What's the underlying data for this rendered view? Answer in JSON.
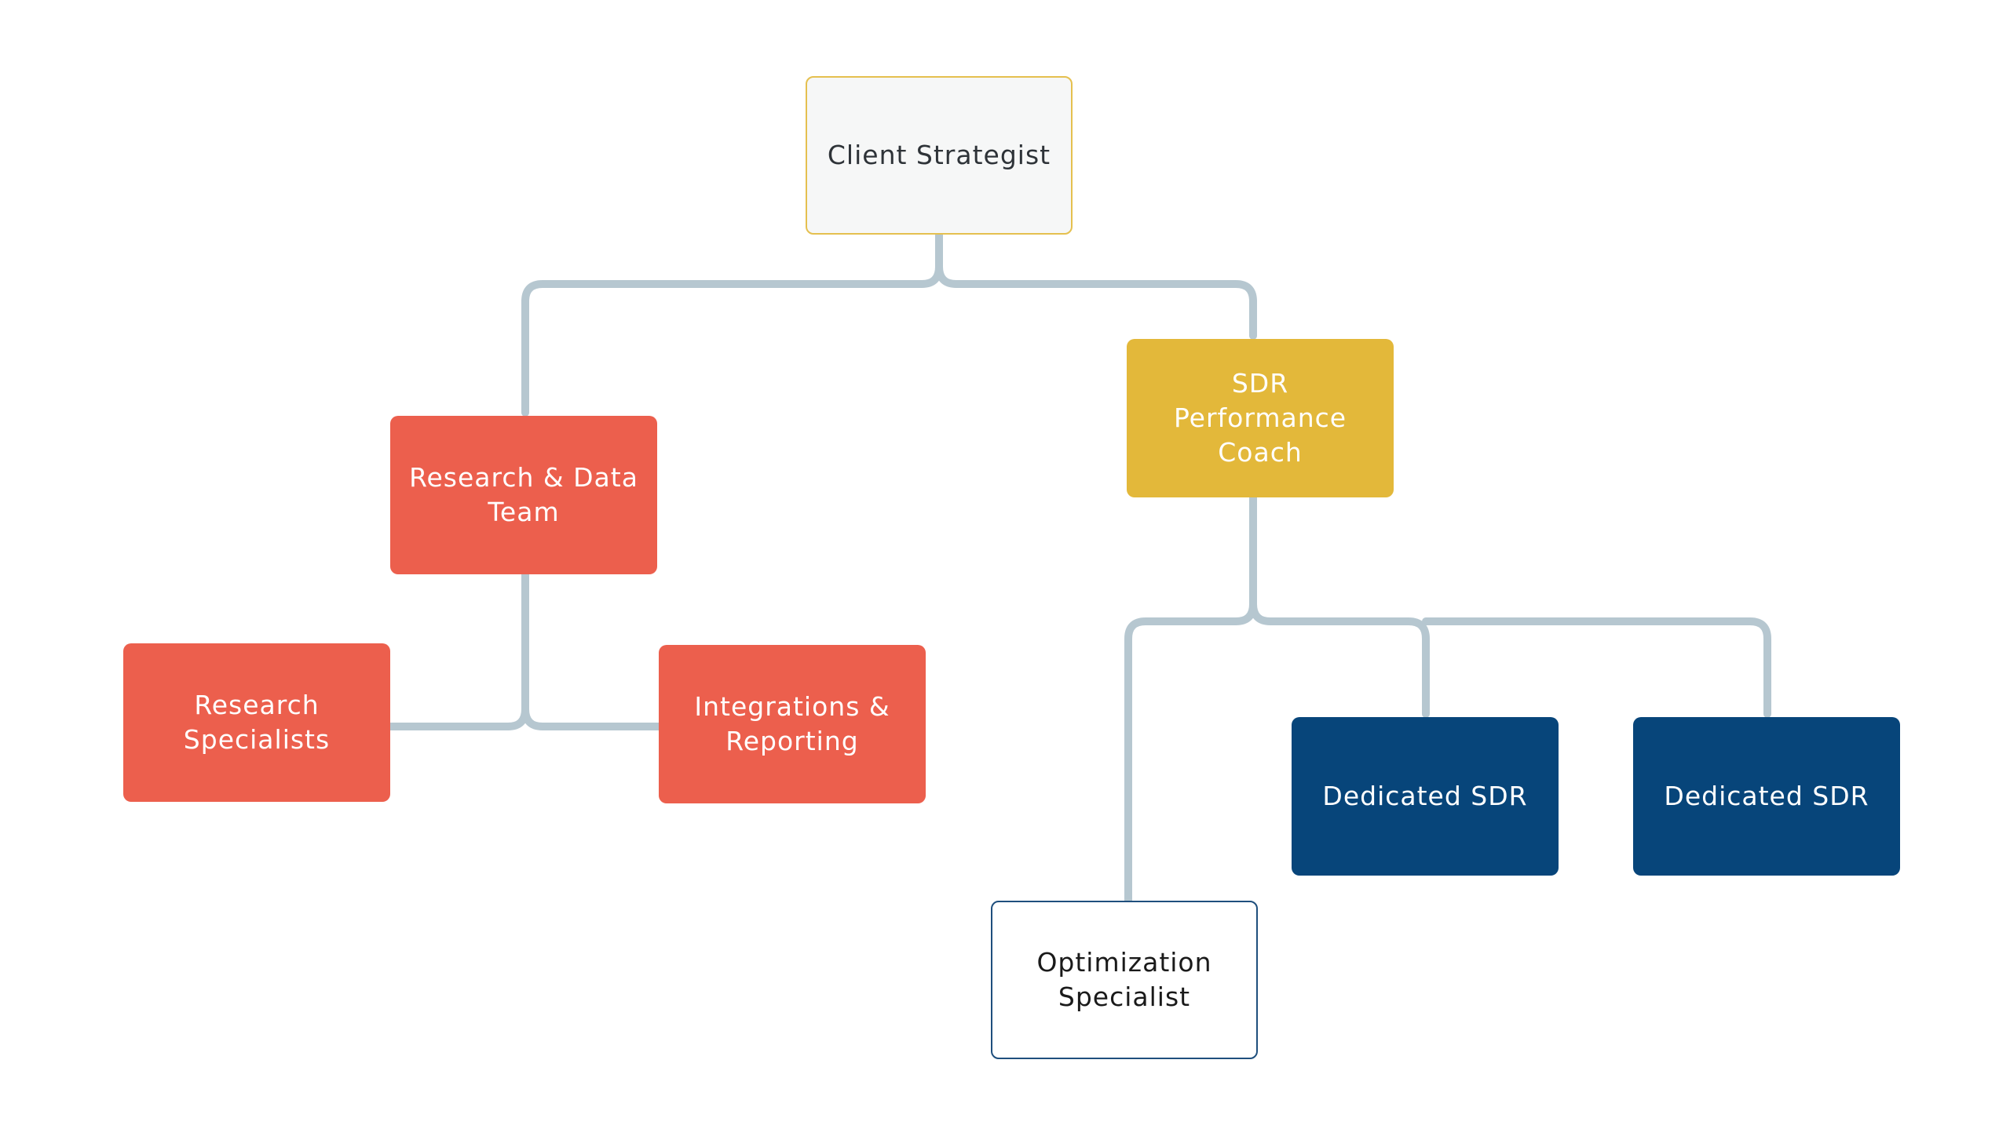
{
  "diagram": {
    "nodes": {
      "root": {
        "label": "Client Strategist",
        "color": "#f6f7f7",
        "border": "#e5c04f"
      },
      "research_team": {
        "label": "Research & Data\nTeam",
        "color": "#ec5f4d"
      },
      "coach": {
        "label": "SDR Performance\nCoach",
        "color": "#e3b83a"
      },
      "research_specialists": {
        "label": "Research\nSpecialists",
        "color": "#ec5f4d"
      },
      "integrations": {
        "label": "Integrations &\nReporting",
        "color": "#ec5f4d"
      },
      "sdr_1": {
        "label": "Dedicated SDR",
        "color": "#07457a"
      },
      "sdr_2": {
        "label": "Dedicated SDR",
        "color": "#07457a"
      },
      "optimization": {
        "label": "Optimization\nSpecialist",
        "color": "#ffffff",
        "border": "#1f4f7d"
      }
    },
    "edges": [
      {
        "from": "root",
        "to": "research_team"
      },
      {
        "from": "root",
        "to": "coach"
      },
      {
        "from": "research_team",
        "to": "research_specialists"
      },
      {
        "from": "research_team",
        "to": "integrations"
      },
      {
        "from": "coach",
        "to": "optimization"
      },
      {
        "from": "coach",
        "to": "sdr_1"
      },
      {
        "from": "coach",
        "to": "sdr_2"
      }
    ],
    "connector_color": "#b6c7d0"
  }
}
